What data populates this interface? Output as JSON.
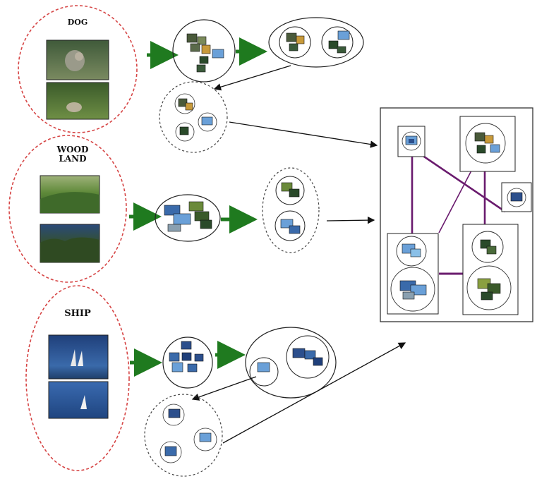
{
  "labels": {
    "dog": "DOG",
    "woodland_line1": "WOOD",
    "woodland_line2": "LAND",
    "ship": "SHIP"
  },
  "colors": {
    "category_ring": "#d64545",
    "forward_arrow": "#1f7a1f",
    "graph_edge": "#6a1b6e",
    "line": "#111111",
    "photo_dog_top": "#5f6a4a",
    "photo_dog_bottom": "#4f6e35",
    "photo_wood_top": "#4f7a35",
    "photo_wood_bottom": "#2d4a2a",
    "photo_ship_top": "#2c4f8c",
    "photo_ship_bottom": "#2f5a9a"
  }
}
